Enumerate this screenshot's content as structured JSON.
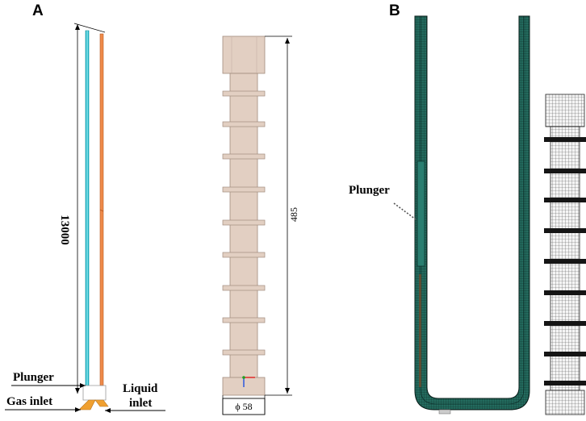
{
  "panels": {
    "a": {
      "letter": "A"
    },
    "b": {
      "letter": "B"
    }
  },
  "labels": {
    "height_dimension": "13000",
    "plunger": "Plunger",
    "gas_inlet": "Gas inlet",
    "liquid_inlet_line1": "Liquid",
    "liquid_inlet_line2": "inlet",
    "plunger_length": "485",
    "plunger_diameter": "ϕ 58",
    "mesh_plunger_label": "Plunger"
  },
  "colors": {
    "tube_inner": "#20c0d0",
    "tube_outer": "#ee8a4a",
    "plunger_body": "#e2cfc2",
    "plunger_edge": "#a28c7e",
    "mesh_fill": "#1e5a50",
    "mesh_line": "#0b1f1c"
  }
}
